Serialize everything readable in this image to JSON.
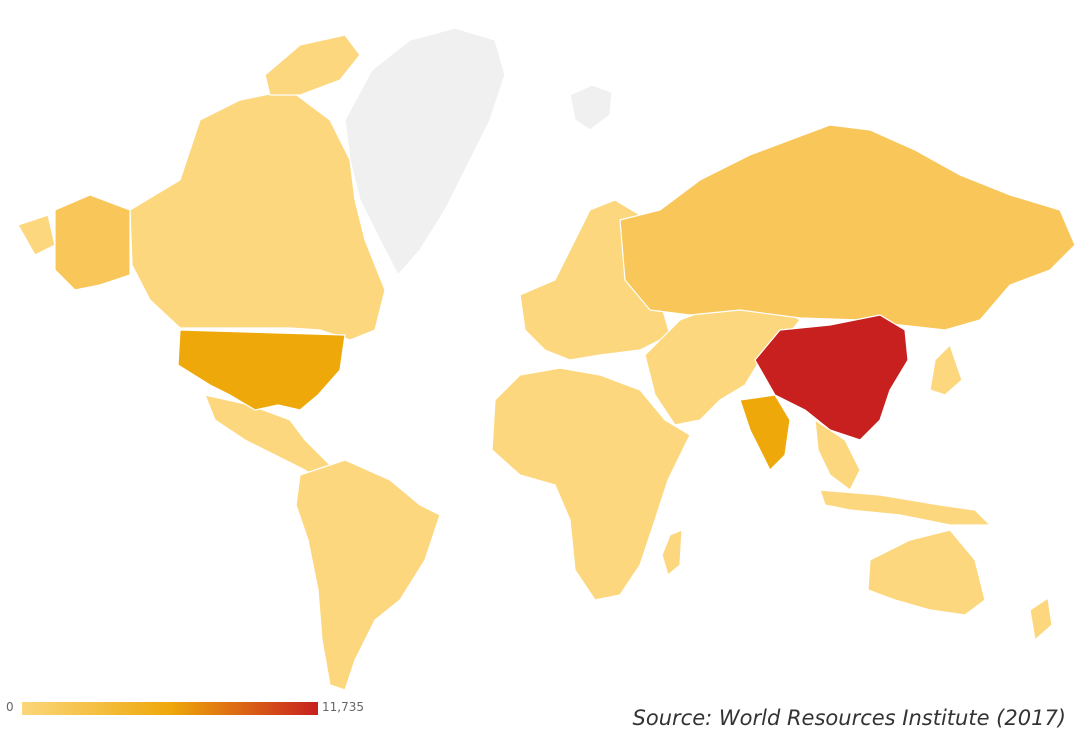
{
  "map": {
    "legend": {
      "min_label": "0",
      "max_label": "11,735",
      "color_low": "#fbd67a",
      "color_mid": "#eea80a",
      "color_high": "#c7201f"
    },
    "no_data_color": "#f0f0f0",
    "source": "Source: World Resources Institute (2017)"
  }
}
